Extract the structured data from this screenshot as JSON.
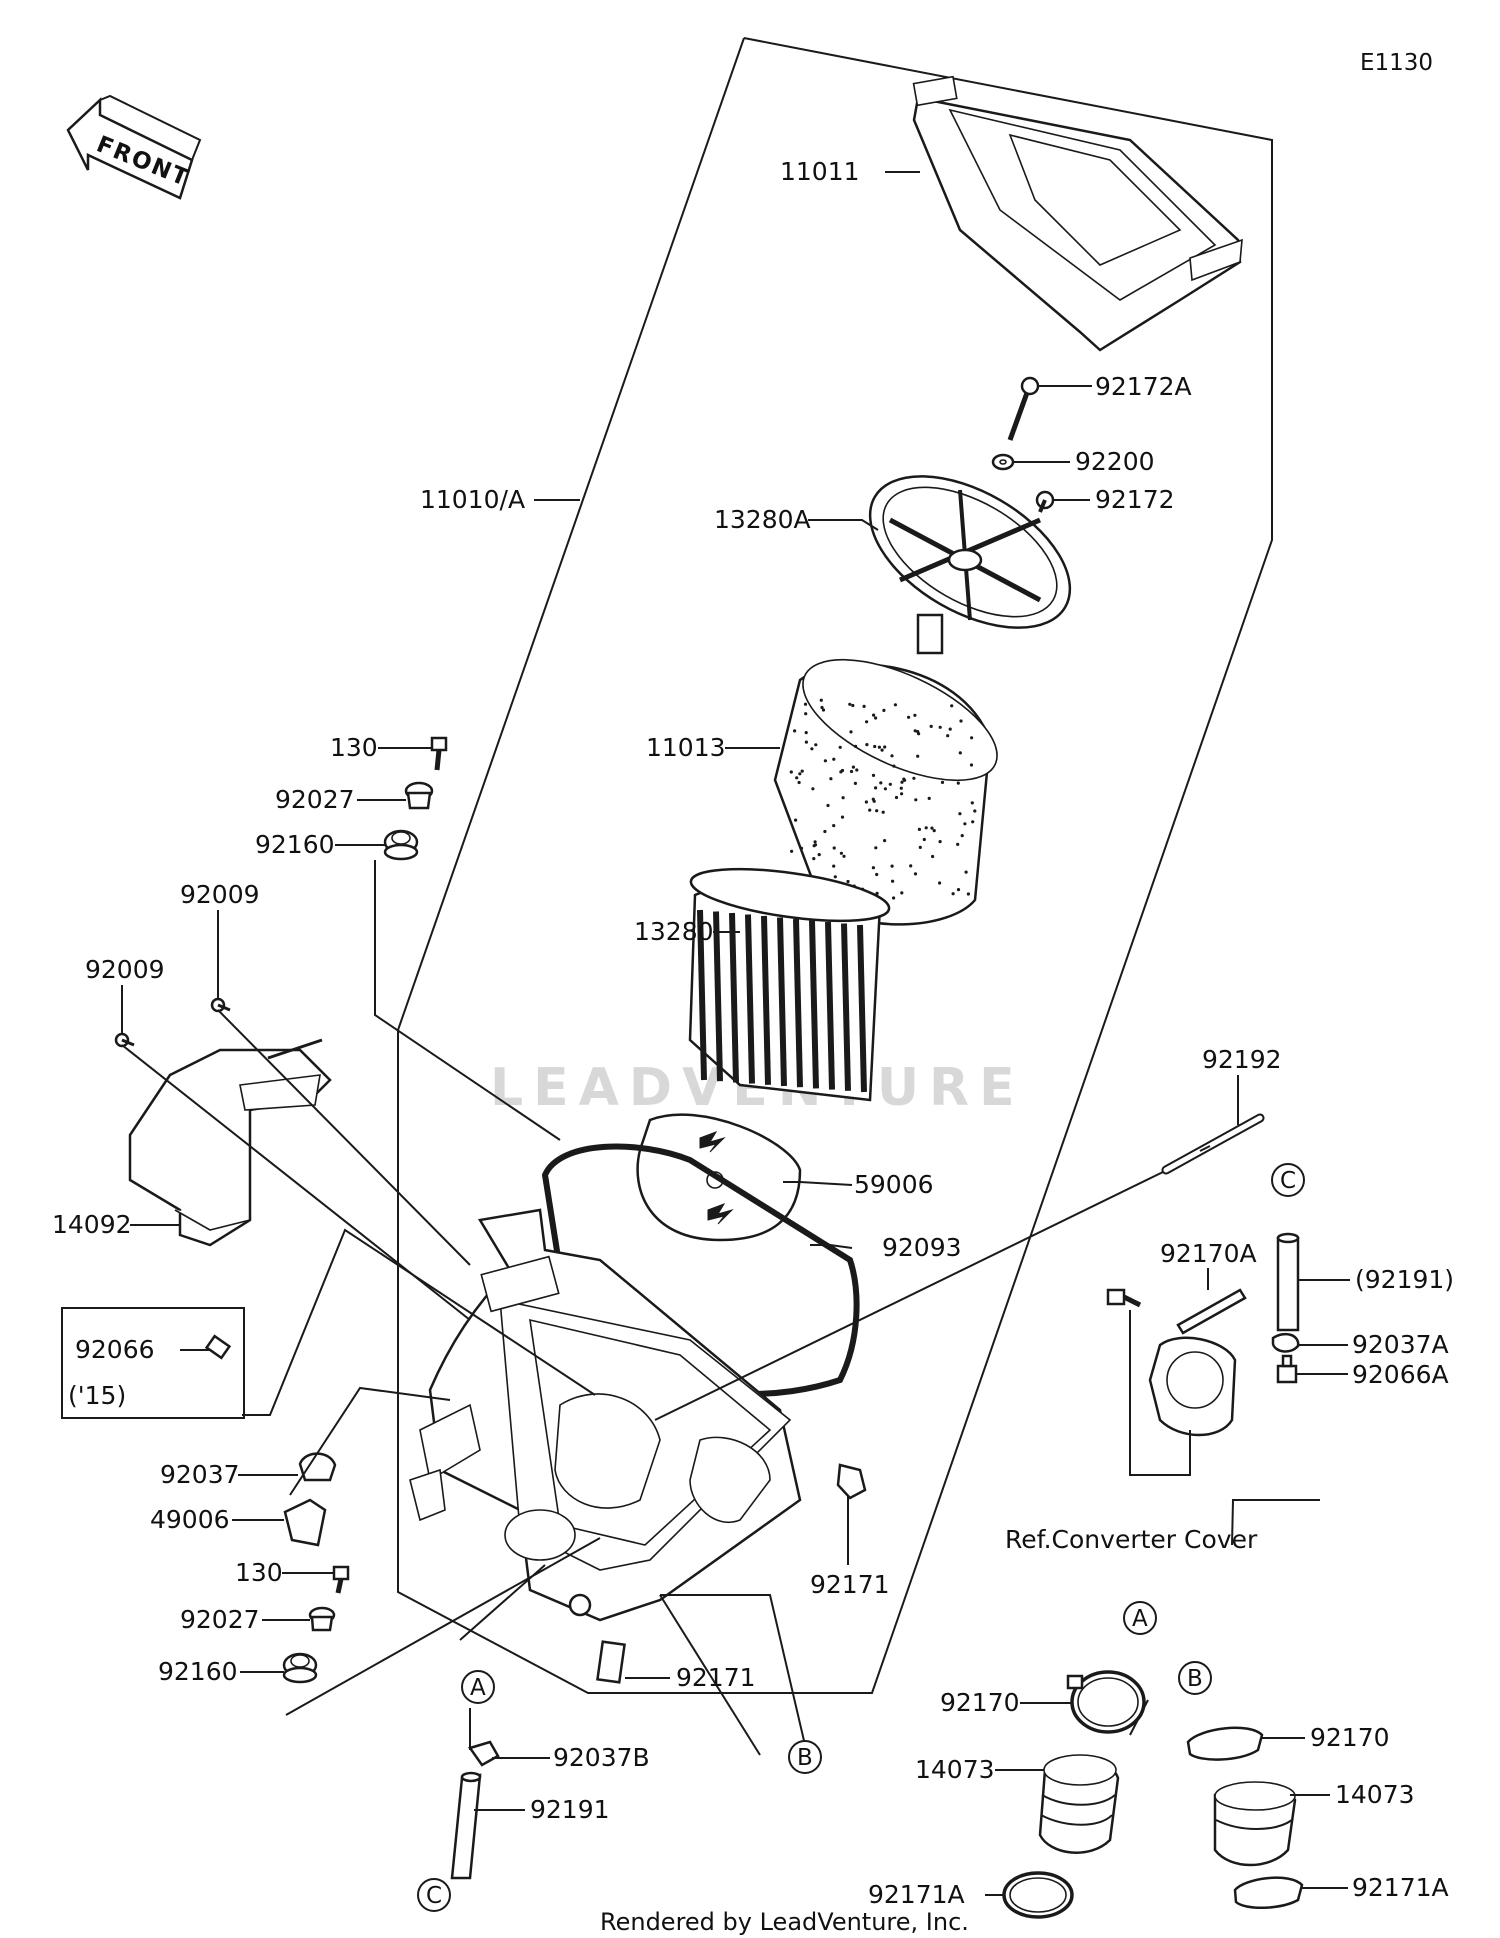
{
  "diagram_id": "E1130",
  "front_label": "FRONT",
  "watermark": "LEADVENTURE",
  "credit": "Rendered by LeadVenture, Inc.",
  "ref_note": "Ref.Converter Cover",
  "callout_letters": {
    "a": "A",
    "b": "B",
    "c": "C"
  },
  "parts": {
    "p11011": "11011",
    "p92172A": "92172A",
    "p92200": "92200",
    "p92172": "92172",
    "p11010A": "11010/A",
    "p13280A": "13280A",
    "p11013": "11013",
    "p13280": "13280",
    "p130_top": "130",
    "p92027_top": "92027",
    "p92160_top": "92160",
    "p92009_a": "92009",
    "p92009_b": "92009",
    "p14092": "14092",
    "p92066": "92066",
    "p92066_year": "('15)",
    "p92037": "92037",
    "p49006": "49006",
    "p130_bot": "130",
    "p92027_bot": "92027",
    "p92160_bot": "92160",
    "p59006": "59006",
    "p92093": "92093",
    "p92192": "92192",
    "p92170A": "92170A",
    "p92191_paren": "(92191)",
    "p92037A": "92037A",
    "p92066A": "92066A",
    "p92171_right": "92171",
    "p92171_bot": "92171",
    "p92037B": "92037B",
    "p92191": "92191",
    "p92170_left": "92170",
    "p14073_left": "14073",
    "p92171A_left": "92171A",
    "p92170_right": "92170",
    "p14073_right": "14073",
    "p92171A_right": "92171A"
  }
}
